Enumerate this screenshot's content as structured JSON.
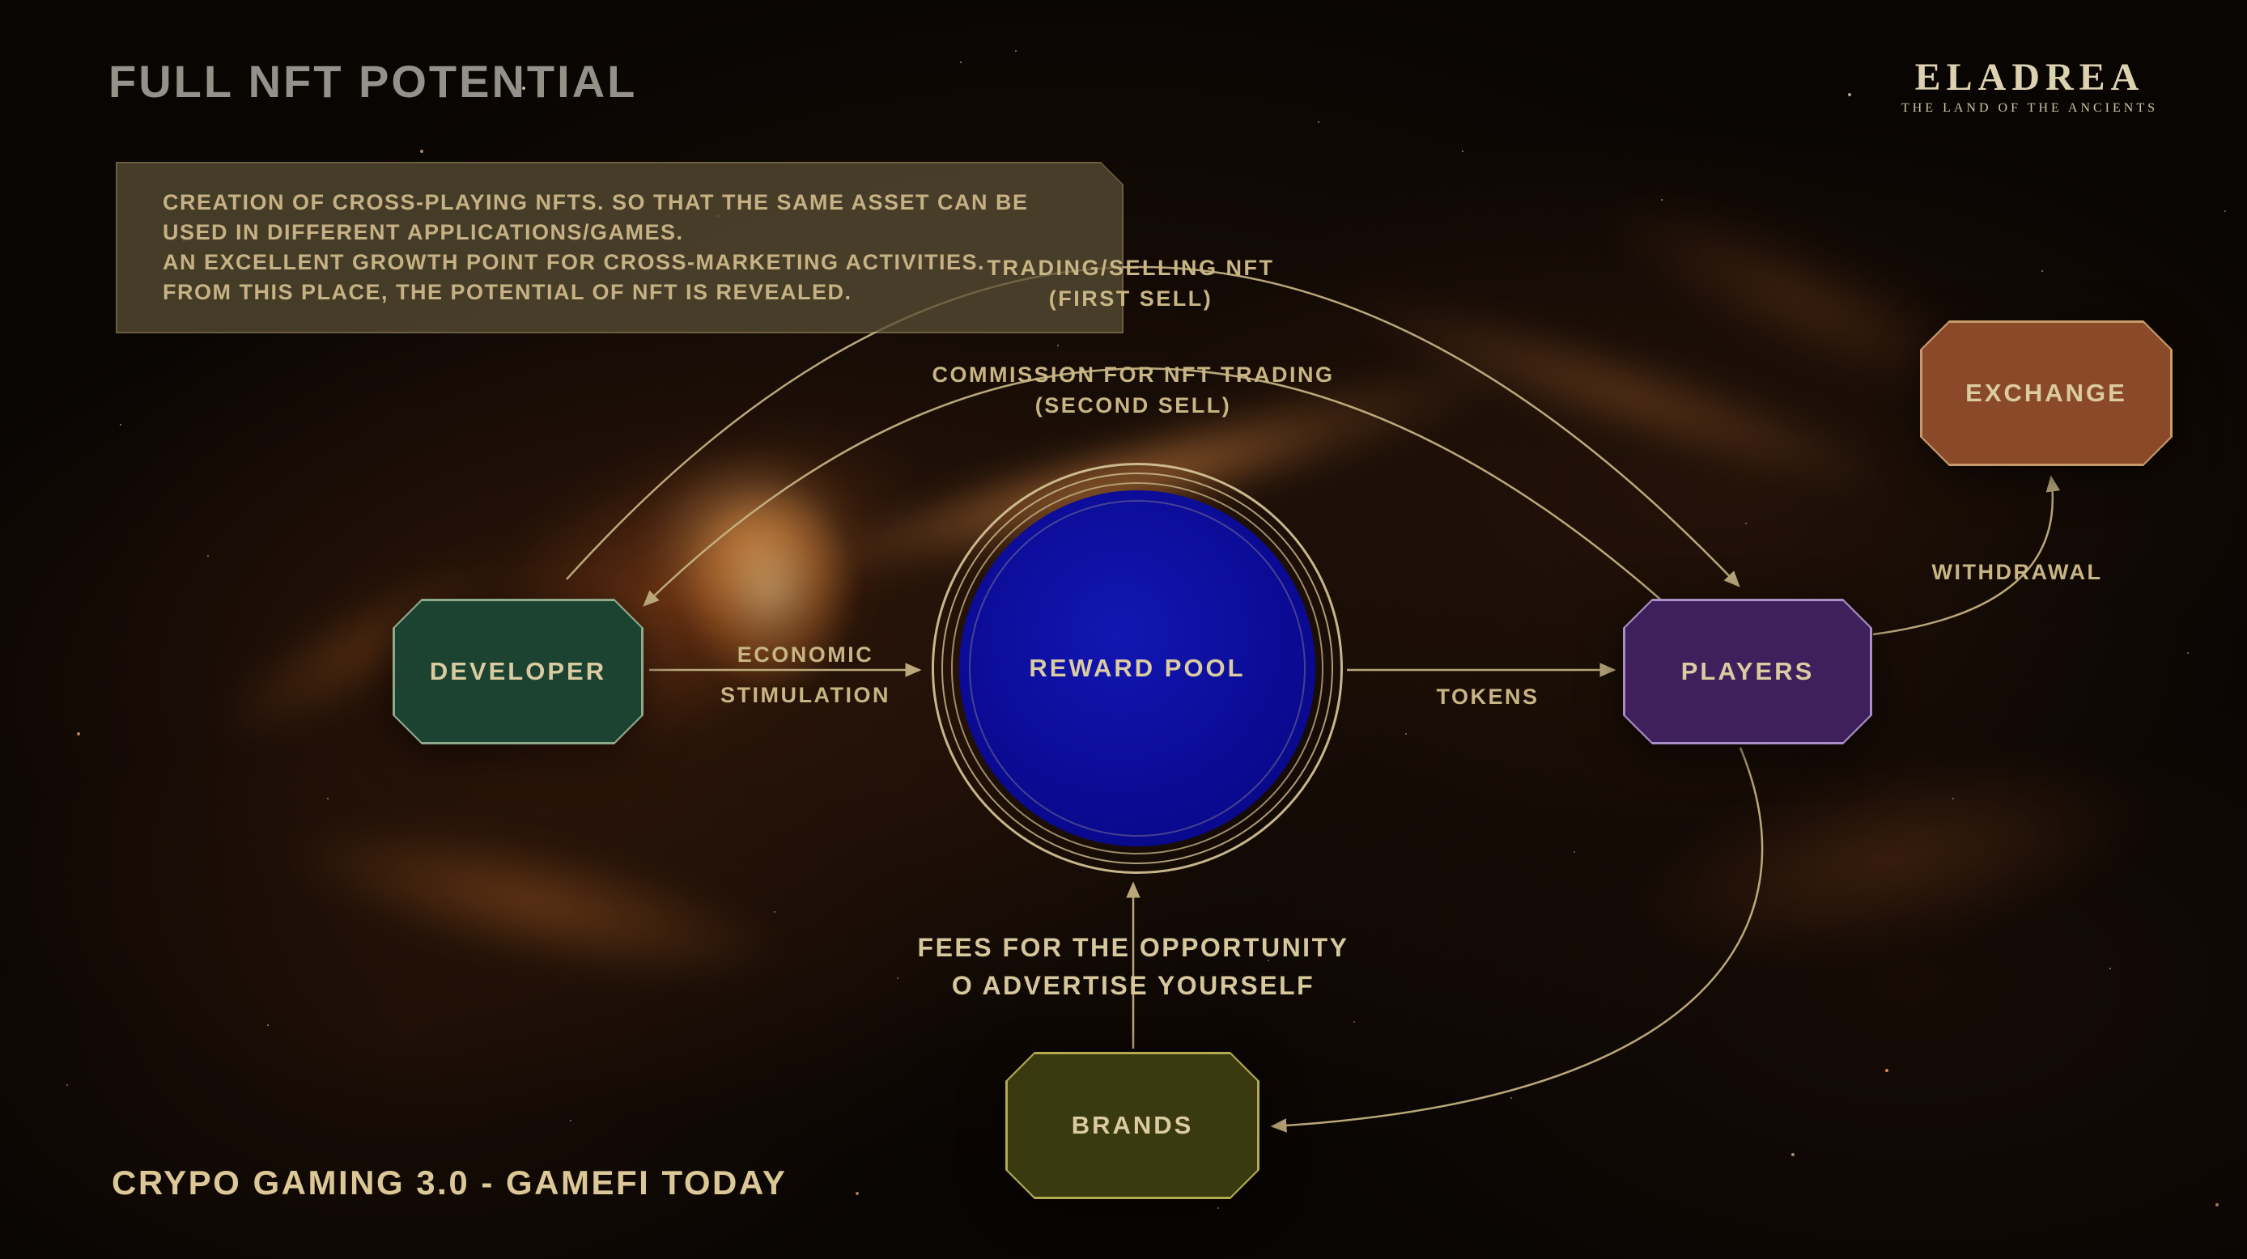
{
  "slide": {
    "title": "FULL NFT POTENTIAL",
    "footer": "CRYPO GAMING 3.0 - GAMEFI TODAY",
    "logo": {
      "name": "ELADREA",
      "subtitle": "THE LAND OF THE ANCIENTS"
    }
  },
  "info_box": {
    "lines": [
      "CREATION OF CROSS-PLAYING NFTS. SO THAT THE SAME ASSET CAN BE",
      "USED IN DIFFERENT APPLICATIONS/GAMES.",
      "AN EXCELLENT GROWTH POINT FOR CROSS-MARKETING ACTIVITIES.",
      "FROM THIS PLACE, THE POTENTIAL OF NFT IS REVEALED."
    ]
  },
  "diagram": {
    "nodes": {
      "developer": {
        "label": "DEVELOPER",
        "fill": "#1c4331",
        "border": "#8fa98c"
      },
      "reward_pool": {
        "label": "REWARD POOL",
        "fill": "#0b0b9a",
        "ring": "#d2c092"
      },
      "players": {
        "label": "PLAYERS",
        "fill": "#3f1f5c",
        "border": "#a98fc6"
      },
      "exchange": {
        "label": "EXCHANGE",
        "fill": "#8a4a2a",
        "border": "#c79a6b"
      },
      "brands": {
        "label": "BRANDS",
        "fill": "#3a3a10",
        "border": "#b2aa50"
      }
    },
    "edges": {
      "first_sell": {
        "line1": "TRADING/SELLING NFT",
        "line2": "(FIRST SELL)",
        "from": "DEVELOPER",
        "to": "PLAYERS"
      },
      "second_sell": {
        "line1": "COMMISSION FOR NFT TRADING",
        "line2": "(SECOND SELL)",
        "from": "PLAYERS",
        "to": "DEVELOPER"
      },
      "economic_stimulation": {
        "line1": "ECONOMIC",
        "line2": "STIMULATION",
        "from": "DEVELOPER",
        "to": "REWARD POOL"
      },
      "tokens": {
        "label": "TOKENS",
        "from": "REWARD POOL",
        "to": "PLAYERS"
      },
      "withdrawal": {
        "label": "WITHDRAWAL",
        "from": "PLAYERS",
        "to": "EXCHANGE"
      },
      "fees": {
        "line1": "FEES FOR THE OPPORTUNITY",
        "line2": "O ADVERTISE YOURSELF",
        "from": "BRANDS",
        "to": "REWARD POOL"
      }
    }
  },
  "colors": {
    "arrow": "#c8b584",
    "label_text": "#c8b584",
    "background": "#0a0603"
  }
}
